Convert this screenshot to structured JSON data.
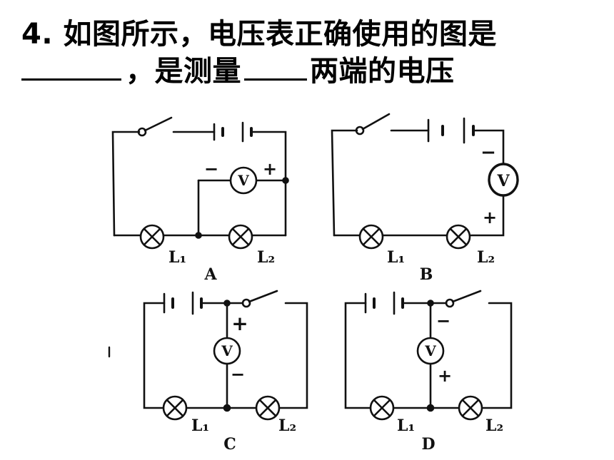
{
  "question": {
    "line1": "4. 如图所示，电压表正确使用的图是",
    "line2_mid": "，是测量",
    "line2_end": "两端的电压"
  },
  "figures": {
    "A": {
      "label": "A",
      "l1": "L₁",
      "l2": "L₂",
      "meter": "V",
      "minus": "−",
      "plus": "+"
    },
    "B": {
      "label": "B",
      "l1": "L₁",
      "l2": "L₂",
      "meter": "V",
      "minus": "−",
      "plus": "+"
    },
    "C": {
      "label": "C",
      "l1": "L₁",
      "l2": "L₂",
      "meter": "V",
      "minus": "−",
      "plus": "+"
    },
    "D": {
      "label": "D",
      "l1": "L₁",
      "l2": "L₂",
      "meter": "V",
      "minus": "−",
      "plus": "+"
    }
  }
}
